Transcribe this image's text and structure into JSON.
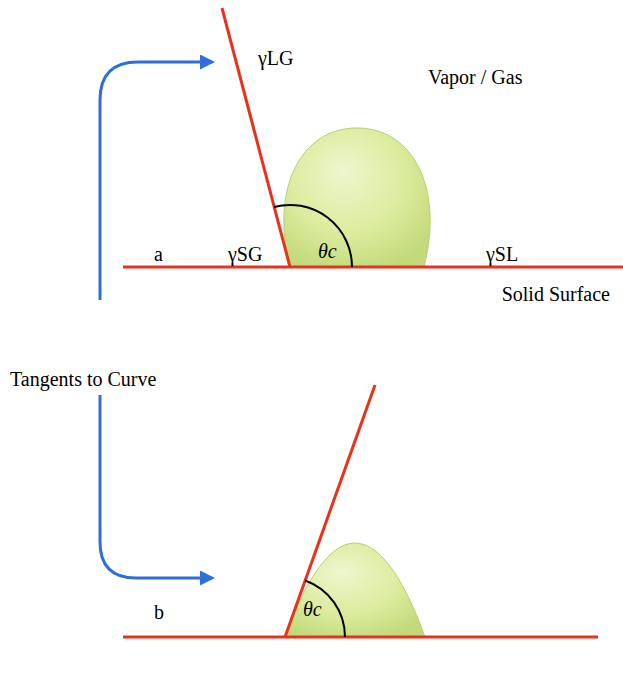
{
  "diagram": {
    "labels": [
      "γLG",
      "Vapor / Gas",
      "a",
      "γSG",
      "θc",
      "γSL",
      "Solid Surface",
      "Tangents to Curve",
      "b",
      "θc"
    ]
  }
}
